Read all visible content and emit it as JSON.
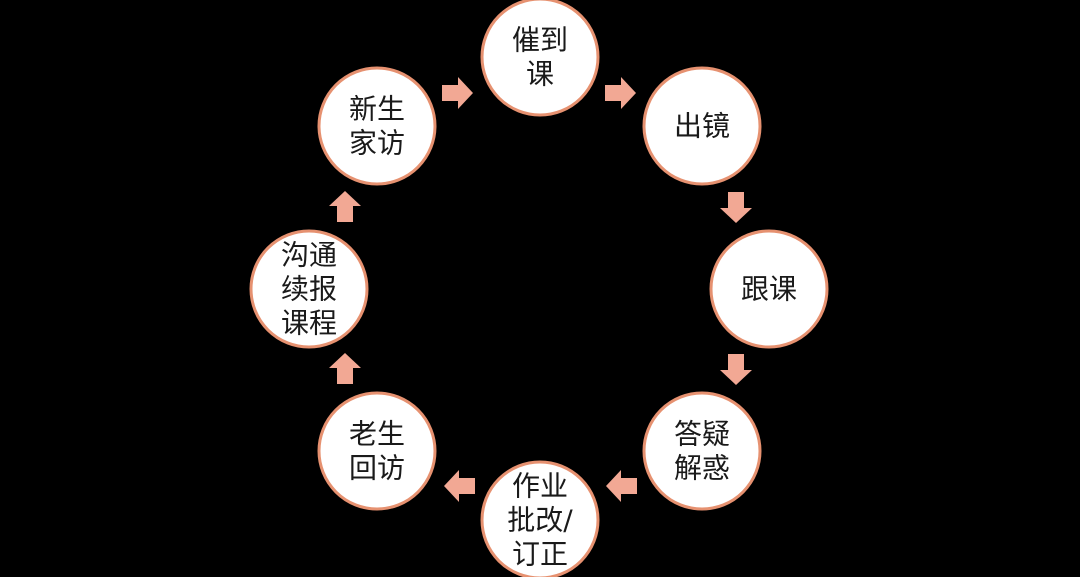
{
  "colors": {
    "background": "#000000",
    "node_fill": "#ffffff",
    "node_border": "#e69170",
    "arrow": "#f2a894",
    "text": "#1a1a1a"
  },
  "nodes": [
    {
      "id": "cuidaoke",
      "lines": [
        "催到",
        "课"
      ]
    },
    {
      "id": "chujing",
      "lines": [
        "出镜"
      ]
    },
    {
      "id": "genke",
      "lines": [
        "跟课"
      ]
    },
    {
      "id": "dayi",
      "lines": [
        "答疑",
        "解惑"
      ]
    },
    {
      "id": "zuoye",
      "lines": [
        "作业",
        "批改/",
        "订正"
      ]
    },
    {
      "id": "laosheng",
      "lines": [
        "老生",
        "回访"
      ]
    },
    {
      "id": "goutong",
      "lines": [
        "沟通",
        "续报",
        "课程"
      ]
    },
    {
      "id": "xinsheng",
      "lines": [
        "新生",
        "家访"
      ]
    }
  ],
  "arrows": [
    "right",
    "down",
    "down",
    "left",
    "left",
    "up",
    "up",
    "right"
  ]
}
